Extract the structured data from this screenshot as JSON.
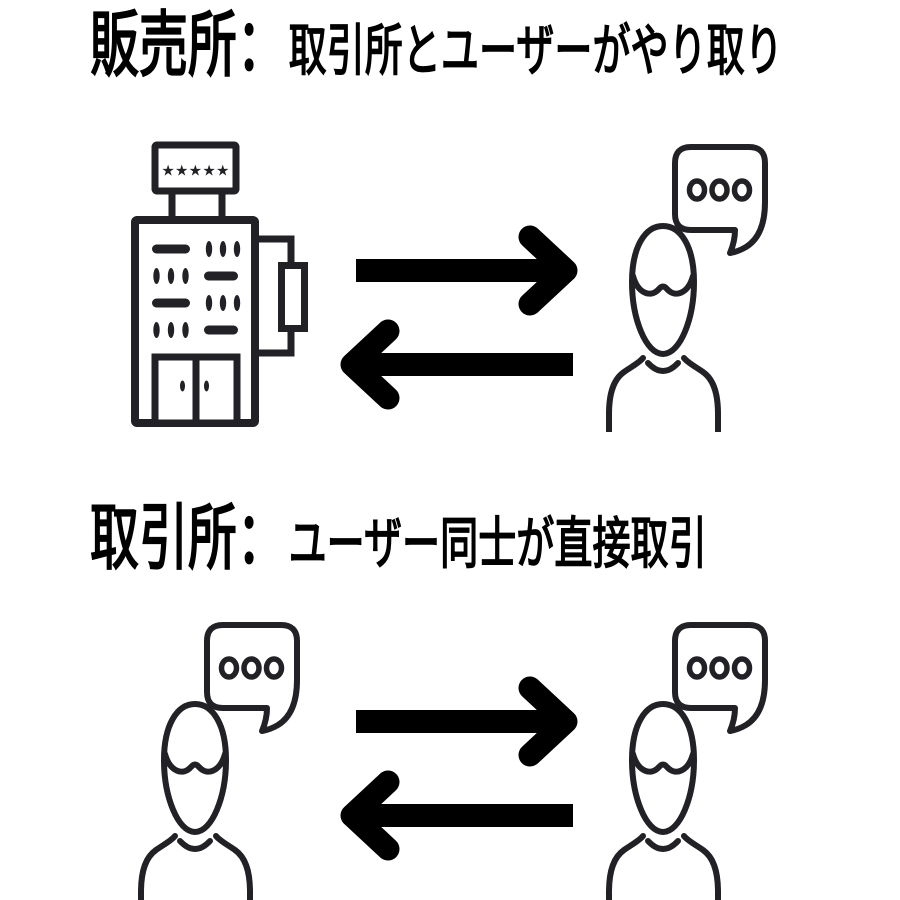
{
  "colors": {
    "background": "#ffffff",
    "text": "#000000",
    "icon_stroke": "#212126",
    "arrow_fill": "#000000"
  },
  "icons": {
    "building_sign_stars": "★★★★★",
    "speech_bubble_dots": 3
  },
  "sections": [
    {
      "term": "販売所：",
      "description": "取引所とユーザーがやり取り",
      "left_entity": "exchange-building",
      "right_entity": "user",
      "arrows": [
        "right",
        "left"
      ]
    },
    {
      "term": "取引所：",
      "description": "ユーザー同士が直接取引",
      "left_entity": "user",
      "right_entity": "user",
      "arrows": [
        "right",
        "left"
      ]
    }
  ]
}
